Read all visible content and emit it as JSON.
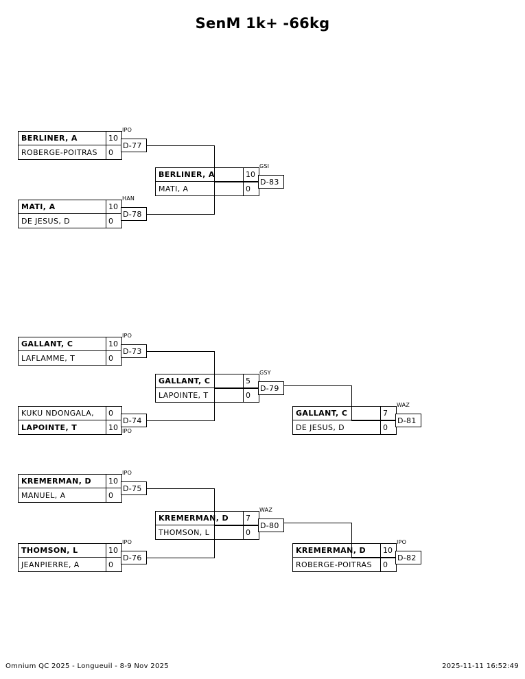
{
  "title": "SenM 1k+ -66kg",
  "footer": {
    "event": "Omnium QC 2025 - Longueuil - 8-9 Nov 2025",
    "generated": "2025-11-11 16:52:49"
  },
  "bracket": {
    "matches": [
      {
        "id": "D-77",
        "type": "IPO",
        "type_position": "above",
        "top": {
          "name": "BERLINER, A",
          "score": "10",
          "winner": true
        },
        "bottom": {
          "name": "ROBERGE-POITRAS",
          "score": "0",
          "winner": false
        }
      },
      {
        "id": "D-78",
        "type": "HAN",
        "type_position": "above",
        "top": {
          "name": "MATI, A",
          "score": "10",
          "winner": true
        },
        "bottom": {
          "name": "DE JESUS, D",
          "score": "0",
          "winner": false
        }
      },
      {
        "id": "D-83",
        "type": "GSI",
        "type_position": "above",
        "top": {
          "name": "BERLINER, A",
          "score": "10",
          "winner": true
        },
        "bottom": {
          "name": "MATI, A",
          "score": "0",
          "winner": false
        }
      },
      {
        "id": "D-73",
        "type": "IPO",
        "type_position": "above",
        "top": {
          "name": "GALLANT, C",
          "score": "10",
          "winner": true
        },
        "bottom": {
          "name": "LAFLAMME, T",
          "score": "0",
          "winner": false
        }
      },
      {
        "id": "D-74",
        "type": "IPO",
        "type_position": "below",
        "top": {
          "name": "KUKU NDONGALA,",
          "score": "0",
          "winner": false
        },
        "bottom": {
          "name": "LAPOINTE, T",
          "score": "10",
          "winner": true
        }
      },
      {
        "id": "D-79",
        "type": "GSY",
        "type_position": "above",
        "top": {
          "name": "GALLANT, C",
          "score": "5",
          "winner": true
        },
        "bottom": {
          "name": "LAPOINTE, T",
          "score": "0",
          "winner": false
        }
      },
      {
        "id": "D-81",
        "type": "WAZ",
        "type_position": "above",
        "top": {
          "name": "GALLANT, C",
          "score": "7",
          "winner": true
        },
        "bottom": {
          "name": "DE JESUS, D",
          "score": "0",
          "winner": false
        }
      },
      {
        "id": "D-75",
        "type": "IPO",
        "type_position": "above",
        "top": {
          "name": "KREMERMAN, D",
          "score": "10",
          "winner": true
        },
        "bottom": {
          "name": "MANUEL, A",
          "score": "0",
          "winner": false
        }
      },
      {
        "id": "D-76",
        "type": "IPO",
        "type_position": "above",
        "top": {
          "name": "THOMSON, L",
          "score": "10",
          "winner": true
        },
        "bottom": {
          "name": "JEANPIERRE, A",
          "score": "0",
          "winner": false
        }
      },
      {
        "id": "D-80",
        "type": "WAZ",
        "type_position": "above",
        "top": {
          "name": "KREMERMAN, D",
          "score": "7",
          "winner": true
        },
        "bottom": {
          "name": "THOMSON, L",
          "score": "0",
          "winner": false
        }
      },
      {
        "id": "D-82",
        "type": "IPO",
        "type_position": "above",
        "top": {
          "name": "KREMERMAN, D",
          "score": "10",
          "winner": true
        },
        "bottom": {
          "name": "ROBERGE-POITRAS",
          "score": "0",
          "winner": false
        }
      }
    ]
  }
}
